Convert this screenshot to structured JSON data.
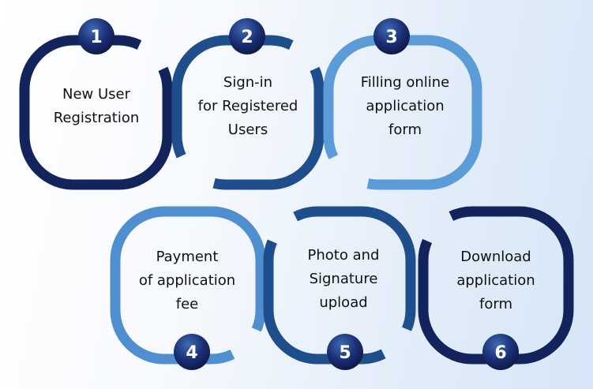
{
  "steps": [
    {
      "number": "1",
      "lines": [
        "New User",
        "Registration"
      ],
      "color": "#13235c"
    },
    {
      "number": "2",
      "lines": [
        "Sign-in",
        "for Registered",
        "Users"
      ],
      "color": "#1f4e8d"
    },
    {
      "number": "3",
      "lines": [
        "Filling online",
        "application",
        "form"
      ],
      "color": "#5b9bd8"
    },
    {
      "number": "4",
      "lines": [
        "Payment",
        "of application",
        "fee"
      ],
      "color": "#4f8fd0"
    },
    {
      "number": "5",
      "lines": [
        "Photo and",
        "Signature",
        "upload"
      ],
      "color": "#1f4e8d"
    },
    {
      "number": "6",
      "lines": [
        "Download",
        "application",
        "form"
      ],
      "color": "#13235c"
    }
  ]
}
